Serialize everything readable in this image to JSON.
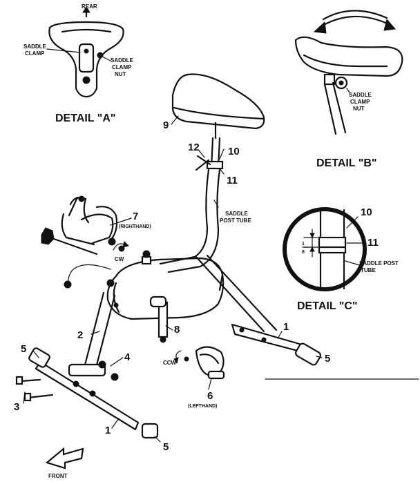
{
  "detail_a": {
    "title": "DETAIL \"A\"",
    "rear": "REAR",
    "saddle_clamp_1": "SADDLE",
    "saddle_clamp_2": "CLAMP",
    "clamp_nut_1": "SADDLE",
    "clamp_nut_2": "CLAMP",
    "clamp_nut_3": "NUT"
  },
  "detail_b": {
    "title": "DETAIL \"B\"",
    "nut_1": "SADDLE",
    "nut_2": "CLAMP",
    "nut_3": "NUT"
  },
  "detail_c": {
    "title": "DETAIL \"C\"",
    "n10": "10",
    "n11": "11",
    "post_1": "SADDLE POST",
    "post_2": "TUBE",
    "frac_top": "1",
    "frac_bot": "8"
  },
  "main": {
    "n9": "9",
    "n12": "12",
    "n10": "10",
    "n11": "11",
    "post_1": "SADDLE",
    "post_2": "POST TUBE",
    "n7": "7",
    "righthand": "(RIGHTHAND)",
    "cw": "CW",
    "ccw": "CCW",
    "n8": "8",
    "n2": "2",
    "n4": "4",
    "n5a": "5",
    "n3": "3",
    "n1a": "1",
    "n1b": "1",
    "n5b": "5",
    "n5c": "5",
    "n6": "6",
    "lefthand": "(LEFTHAND)",
    "front": "FRONT"
  }
}
